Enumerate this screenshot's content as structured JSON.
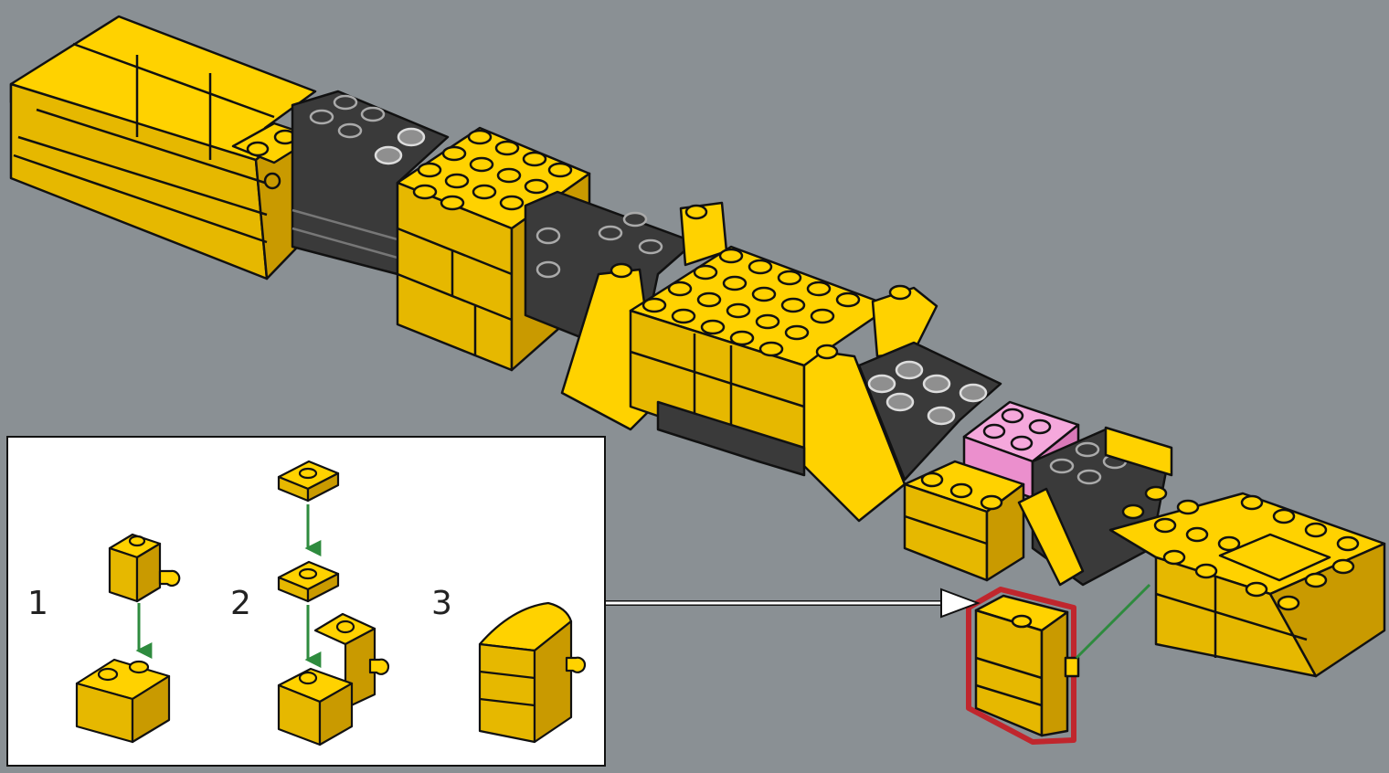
{
  "colors": {
    "background": "#8a9094",
    "yellow": "#ffd200",
    "yellow_shade": "#e6b800",
    "yellow_dark": "#c99a00",
    "dark_gray": "#3a3a3a",
    "light_gray": "#8f8f8f",
    "pink": "#f5a8dc",
    "outline": "#111111",
    "arrow_green": "#2e8b3e",
    "callout_highlight": "#c0262d",
    "inset_bg": "#ffffff"
  },
  "inset": {
    "steps": [
      {
        "number": "1",
        "arrow_icon": "green-down-arrow"
      },
      {
        "number": "2",
        "arrow_icon": "green-down-arrow"
      },
      {
        "number": "3"
      }
    ]
  },
  "callout": {
    "pointer_icon": "white-arrow",
    "highlight": "red-outline"
  }
}
